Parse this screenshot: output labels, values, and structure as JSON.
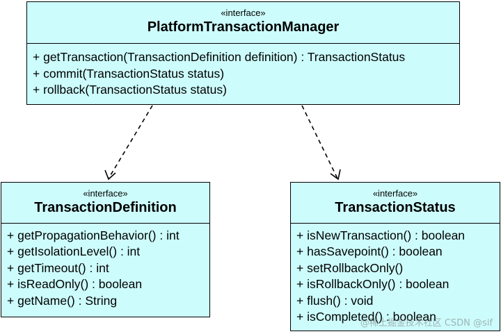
{
  "classes": {
    "ptm": {
      "stereotype": "«interface»",
      "name": "PlatformTransactionManager",
      "operations": [
        "+ getTransaction(TransactionDefinition definition) : TransactionStatus",
        "+ commit(TransactionStatus status)",
        "+ rollback(TransactionStatus status)"
      ]
    },
    "td": {
      "stereotype": "«interface»",
      "name": "TransactionDefinition",
      "operations": [
        "+ getPropagationBehavior() : int",
        "+ getIsolationLevel() : int",
        "+ getTimeout() : int",
        "+ isReadOnly() : boolean",
        "+ getName() : String"
      ]
    },
    "ts": {
      "stereotype": "«interface»",
      "name": "TransactionStatus",
      "operations": [
        "+ isNewTransaction() : boolean",
        "+ hasSavepoint() : boolean",
        "+ setRollbackOnly()",
        "+ isRollbackOnly() : boolean",
        "+ flush() : void",
        "+ isCompleted() : boolean"
      ]
    }
  },
  "watermark": "@稀土掘金技术社区 CSDN @sif",
  "colors": {
    "box_fill": "#cdfcfc",
    "line": "#000000"
  }
}
